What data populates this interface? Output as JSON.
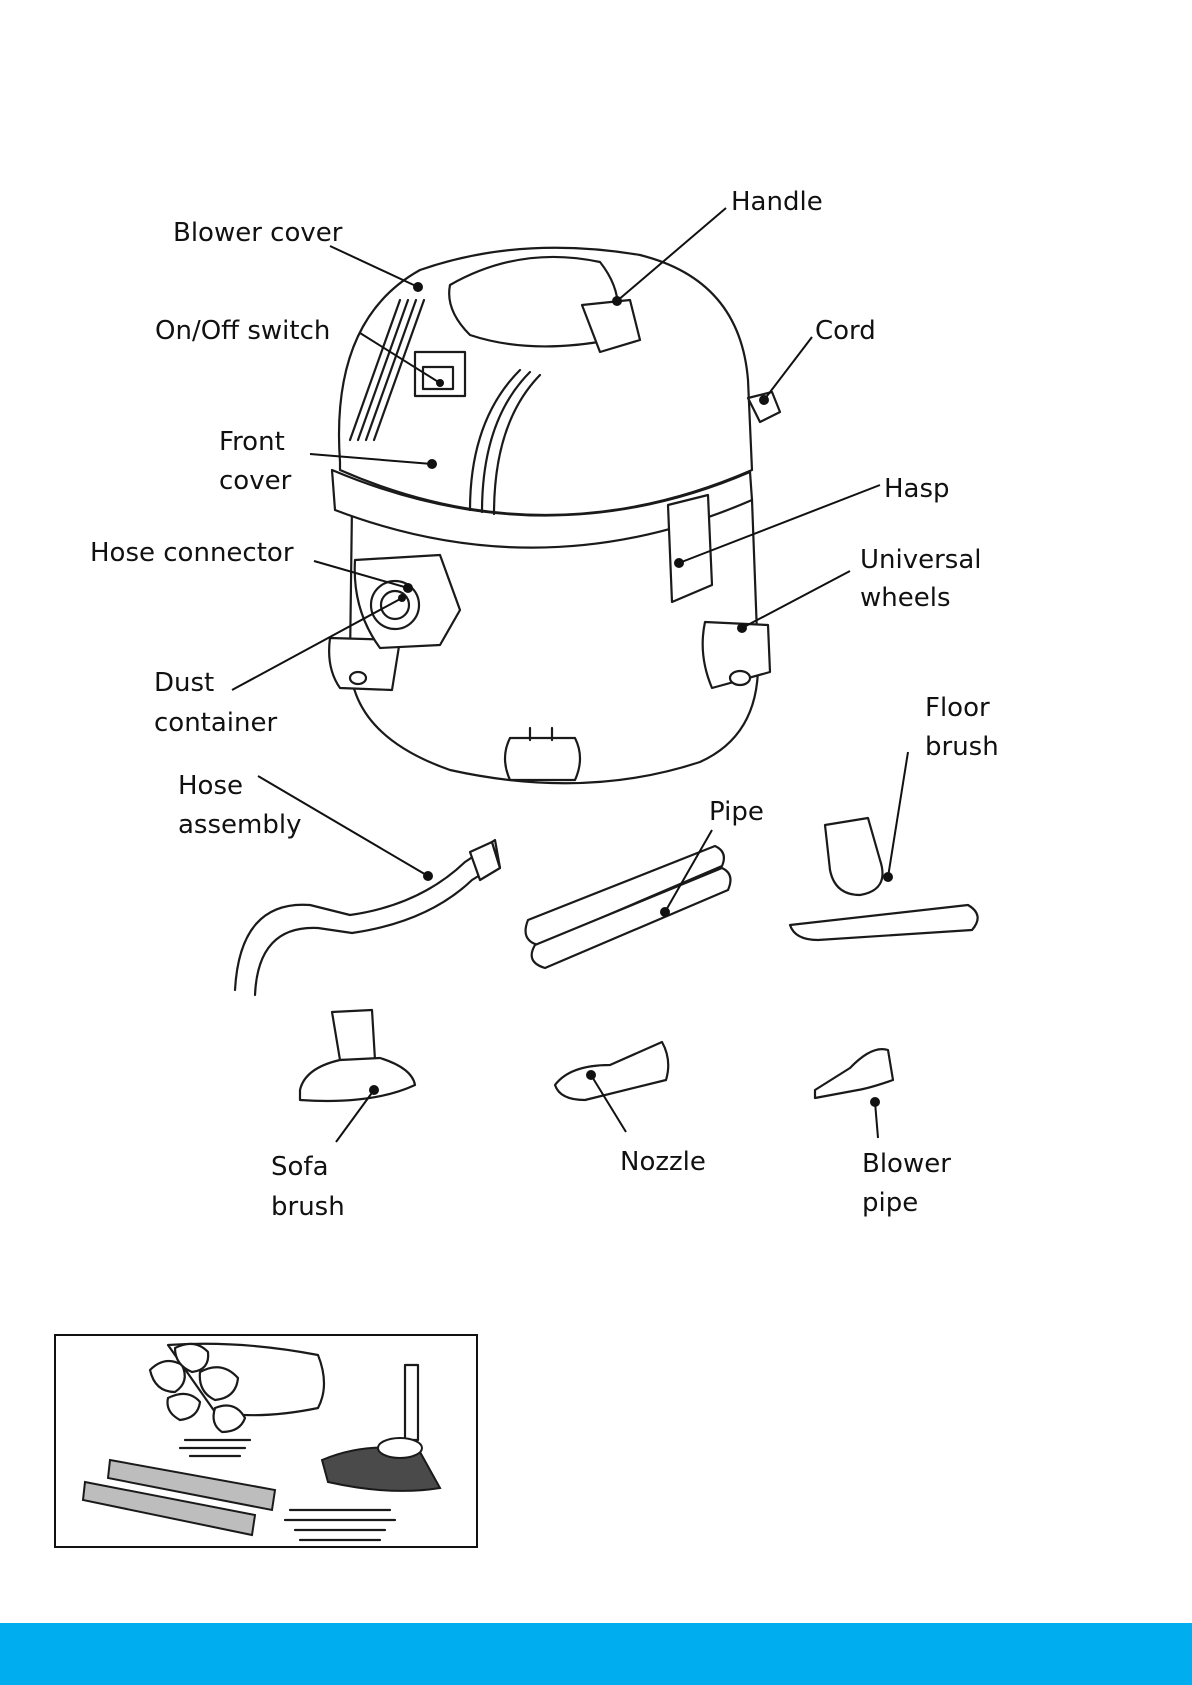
{
  "labels": {
    "handle": "Handle",
    "blower_cover": "Blower cover",
    "on_off_switch": "On/Off switch",
    "cord": "Cord",
    "front_cover": [
      "Front",
      "cover"
    ],
    "hasp": "Hasp",
    "hose_connector": "Hose connector",
    "universal_wheels": [
      "Universal",
      "wheels"
    ],
    "dust_container": [
      "Dust",
      "container"
    ],
    "floor_brush": [
      "Floor",
      "brush"
    ],
    "hose_assembly": [
      "Hose",
      "assembly"
    ],
    "pipe": "Pipe",
    "sofa_brush": [
      "Sofa",
      "brush"
    ],
    "nozzle": "Nozzle",
    "blower_pipe": [
      "Blower",
      "pipe"
    ]
  },
  "colors": {
    "footer_bar": "#00aeef",
    "line_art": "#1a1a1a"
  }
}
